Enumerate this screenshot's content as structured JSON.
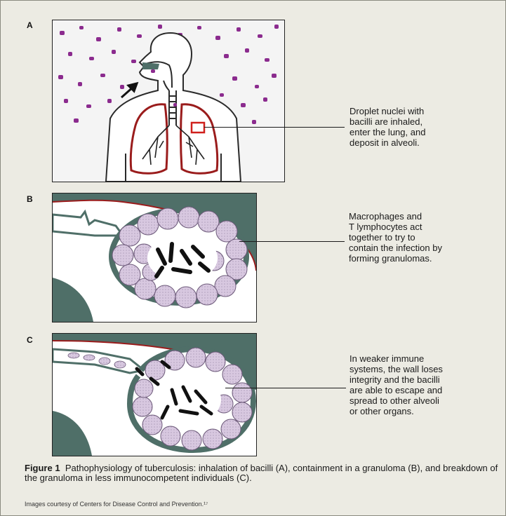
{
  "panels": {
    "a": {
      "label": "A",
      "callout": "Droplet nuclei with\nbacilli are inhaled,\nenter the lung, and\ndeposit in alveoli."
    },
    "b": {
      "label": "B",
      "callout": "Macrophages and\nT lymphocytes act\ntogether to try to\ncontain the infection by\nforming granulomas."
    },
    "c": {
      "label": "C",
      "callout": "In weaker immune\nsystems, the wall loses\nintegrity and the bacilli\nare able to escape and\nspread to other alveoli\nor other organs."
    }
  },
  "caption": {
    "figure_label": "Figure 1",
    "text": "Pathophysiology of tuberculosis: inhalation of bacilli (A), containment in a granuloma (B), and breakdown of the granuloma in less immunocompetent individuals (C)."
  },
  "credit": "Images courtesy of Centers for Disease Control and Prevention.¹⁷",
  "colors": {
    "droplet": "#8b2b8e",
    "lung_outline": "#9a1c1c",
    "cell_fill": "#d8c8e0",
    "tissue_teal": "#4f6f68",
    "bacilli": "#111111",
    "background": "#ecebe3"
  }
}
